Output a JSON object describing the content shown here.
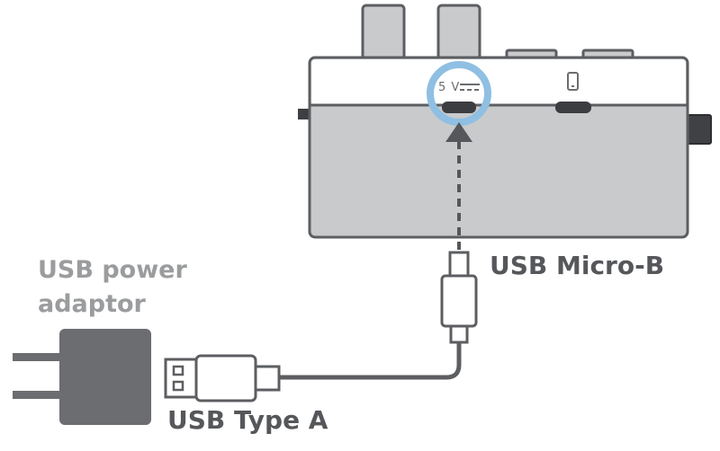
{
  "labels": {
    "adaptor_line1": "USB power",
    "adaptor_line2": "adaptor",
    "micro_b": "USB Micro-B",
    "type_a": "USB Type A",
    "voltage": "5 V"
  },
  "icons": {
    "phone_port": "smartphone-icon",
    "dc_symbol": "dc-symbol-icon",
    "arrow": "arrow-up-icon"
  },
  "colors": {
    "device_body": "#c9cacc",
    "device_top": "#ffffff",
    "outline": "#5c5e61",
    "adaptor": "#6c6d70",
    "highlight_ring": "#8fbfe2",
    "label_dark": "#55575a",
    "label_light": "#9b9c9e"
  }
}
